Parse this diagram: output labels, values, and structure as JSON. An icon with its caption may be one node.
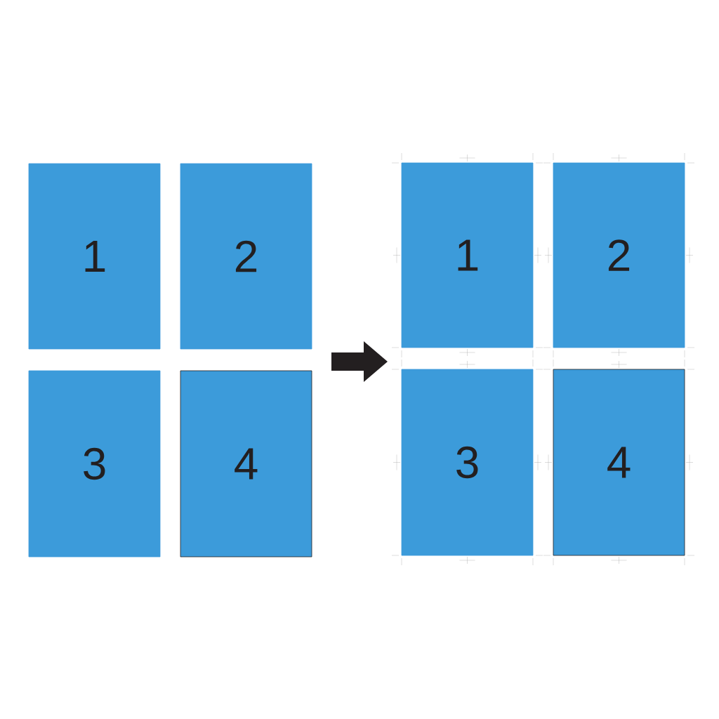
{
  "diagram": {
    "nodes": [
      {
        "text": [
          "1"
        ]
      },
      {
        "text": [
          "2"
        ]
      },
      {
        "text": [
          "3"
        ]
      },
      {
        "text": [
          "4"
        ]
      },
      {
        "text": [
          "1"
        ]
      },
      {
        "text": [
          "2"
        ]
      },
      {
        "text": [
          "3"
        ]
      },
      {
        "text": [
          "4"
        ]
      }
    ]
  }
}
